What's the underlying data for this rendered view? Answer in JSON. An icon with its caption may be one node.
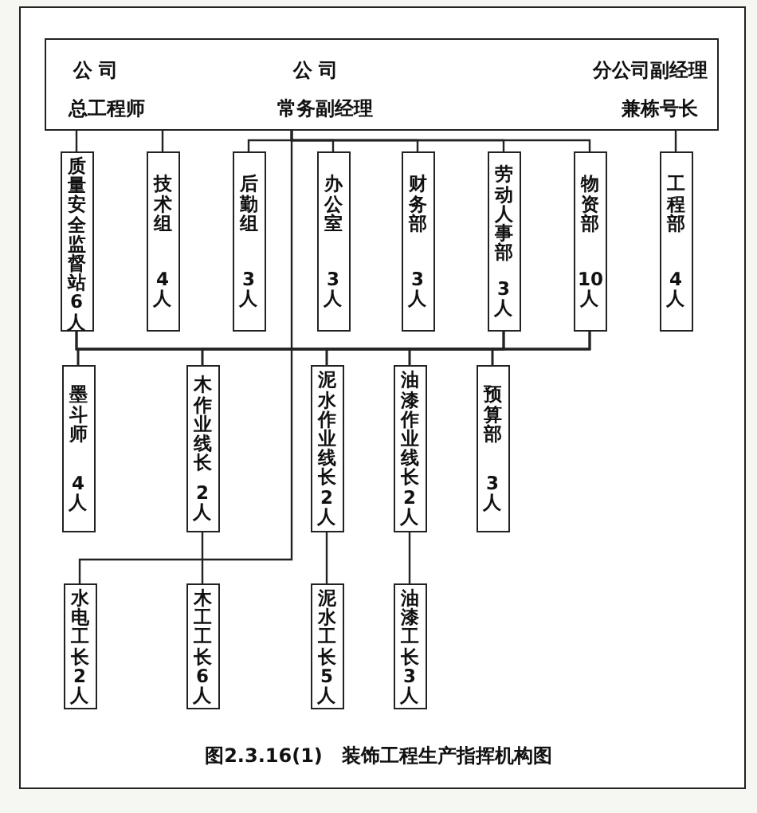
{
  "diagram": {
    "caption": "图2.3.16(1)　装饰工程生产指挥机构图",
    "nodes": [
      {
        "text": [
          "公 司",
          "公 司",
          "分公司副经理",
          "总工程师",
          "常务副经理",
          "兼栋号长"
        ]
      },
      {
        "text": [
          "质量安全监督站",
          "6人"
        ]
      },
      {
        "text": [
          "技术组",
          "4人"
        ]
      },
      {
        "text": [
          "后勤组",
          "3人"
        ]
      },
      {
        "text": [
          "办公室",
          "3人"
        ]
      },
      {
        "text": [
          "财务部",
          "3人"
        ]
      },
      {
        "text": [
          "劳动人事部",
          "3人"
        ]
      },
      {
        "text": [
          "物资部",
          "10人"
        ]
      },
      {
        "text": [
          "工程部",
          "4人"
        ]
      },
      {
        "text": [
          "墨斗师",
          "4人"
        ]
      },
      {
        "text": [
          "木作业线长",
          "2人"
        ]
      },
      {
        "text": [
          "泥水作业线长",
          "2人"
        ]
      },
      {
        "text": [
          "油漆作业线长",
          "2人"
        ]
      },
      {
        "text": [
          "预算部",
          "3人"
        ]
      },
      {
        "text": [
          "水电工长",
          "2人"
        ]
      },
      {
        "text": [
          "木工工长",
          "6人"
        ]
      },
      {
        "text": [
          "泥水工长",
          "5人"
        ]
      },
      {
        "text": [
          "油漆工长",
          "3人"
        ]
      }
    ],
    "edges": [
      {
        "from": 0,
        "to": 1,
        "arrow": "none"
      },
      {
        "from": 0,
        "to": 2,
        "arrow": "none"
      },
      {
        "from": 0,
        "to": 3,
        "arrow": "none"
      },
      {
        "from": 0,
        "to": 4,
        "arrow": "none"
      },
      {
        "from": 0,
        "to": 5,
        "arrow": "none"
      },
      {
        "from": 0,
        "to": 6,
        "arrow": "none"
      },
      {
        "from": 0,
        "to": 7,
        "arrow": "none"
      },
      {
        "from": 0,
        "to": 8,
        "arrow": "none"
      },
      {
        "from": 0,
        "to": 14,
        "arrow": "none"
      },
      {
        "from": 1,
        "to": 9,
        "arrow": "none"
      },
      {
        "from": 1,
        "to": 10,
        "arrow": "none"
      },
      {
        "from": 1,
        "to": 11,
        "arrow": "none"
      },
      {
        "from": 1,
        "to": 12,
        "arrow": "none"
      },
      {
        "from": 1,
        "to": 13,
        "arrow": "none"
      },
      {
        "from": 6,
        "to": 9,
        "arrow": "none"
      },
      {
        "from": 6,
        "to": 10,
        "arrow": "none"
      },
      {
        "from": 6,
        "to": 11,
        "arrow": "none"
      },
      {
        "from": 6,
        "to": 12,
        "arrow": "none"
      },
      {
        "from": 6,
        "to": 13,
        "arrow": "none"
      },
      {
        "from": 7,
        "to": 9,
        "arrow": "none"
      },
      {
        "from": 7,
        "to": 10,
        "arrow": "none"
      },
      {
        "from": 7,
        "to": 11,
        "arrow": "none"
      },
      {
        "from": 7,
        "to": 12,
        "arrow": "none"
      },
      {
        "from": 7,
        "to": 13,
        "arrow": "none"
      },
      {
        "from": 10,
        "to": 15,
        "arrow": "none"
      },
      {
        "from": 11,
        "to": 16,
        "arrow": "none"
      },
      {
        "from": 12,
        "to": 17,
        "arrow": "none"
      }
    ]
  }
}
